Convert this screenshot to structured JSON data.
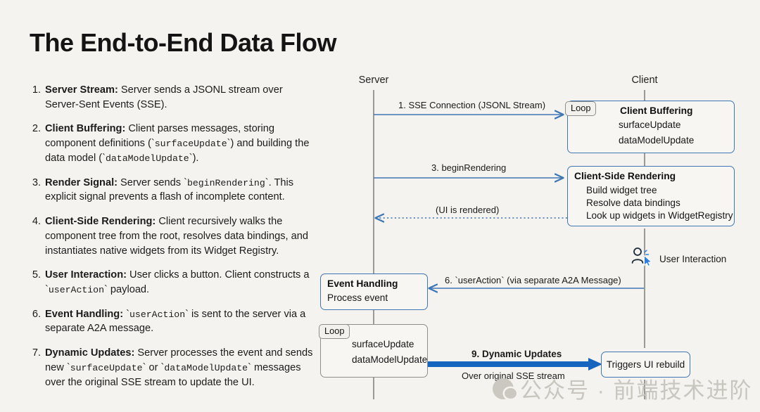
{
  "page": {
    "title": "The End-to-End Data Flow",
    "background_color": "#f4f3ef",
    "accent_blue": "#3f76b5",
    "thick_arrow_blue": "#1565c0",
    "db_icon_color": "#f0ad4e"
  },
  "steps": [
    {
      "num": "1.",
      "title": "Server Stream:",
      "text": " Server sends a JSONL stream over Server-Sent Events (SSE)."
    },
    {
      "num": "2.",
      "title": "Client Buffering:",
      "text_a": " Client parses messages, storing component definitions (`",
      "code_a": "surfaceUpdate",
      "text_b": "`) and building the data model (`",
      "code_b": "dataModelUpdate",
      "text_c": "`)."
    },
    {
      "num": "3.",
      "title": "Render Signal:",
      "text_a": " Server sends `",
      "code_a": "beginRendering",
      "text_b": "`. This explicit signal prevents a flash of incomplete content."
    },
    {
      "num": "4.",
      "title": "Client-Side Rendering:",
      "text": " Client recursively walks the component tree from the root, resolves data bindings, and instantiates native widgets from its Widget Registry."
    },
    {
      "num": "5.",
      "title": "User Interaction:",
      "text_a": " User clicks a button. Client constructs a `",
      "code_a": "userAction",
      "text_b": "` payload."
    },
    {
      "num": "6.",
      "title": "Event Handling:",
      "text_a": " `",
      "code_a": "userAction",
      "text_b": "` is sent to the server via a separate A2A message."
    },
    {
      "num": "7.",
      "title": "Dynamic Updates:",
      "text_a": " Server processes the event and sends new `",
      "code_a": "surfaceUpdate",
      "text_b": "` or `",
      "code_b": "dataModelUpdate",
      "text_c": "` messages over the original SSE stream to update the UI."
    }
  ],
  "diagram": {
    "actors": {
      "server": "Server",
      "client": "Client"
    },
    "messages": {
      "sse_connection": "1. SSE Connection (JSONL Stream)",
      "begin_rendering": "3. beginRendering",
      "ui_rendered": "(UI is rendered)",
      "user_action": "6. `userAction` (via separate A2A Message)",
      "dynamic_updates": "9. Dynamic Updates",
      "over_sse_stream": "Over original SSE stream"
    },
    "client_buffering": {
      "loop_label": "Loop",
      "title": "Client Buffering",
      "items": [
        {
          "icon": "swap-icon",
          "label": "surfaceUpdate"
        },
        {
          "icon": "database-icon",
          "label": "dataModelUpdate"
        }
      ]
    },
    "client_side_rendering": {
      "title": "Client-Side Rendering",
      "items": [
        {
          "icon": "hierarchy-icon",
          "label": "Build widget tree"
        },
        {
          "icon": "pin-icon",
          "label": "Resolve data bindings"
        },
        {
          "icon": "clipboard-icon",
          "label": "Look up widgets in WidgetRegistry"
        }
      ]
    },
    "user_interaction": {
      "icon": "user-cursor-icon",
      "label": "User Interaction"
    },
    "event_handling": {
      "title": "Event Handling",
      "subtitle": "Process event"
    },
    "server_loop": {
      "loop_label": "Loop",
      "items": [
        {
          "icon": "none",
          "label": "surfaceUpdate"
        },
        {
          "icon": "database-icon",
          "label": "dataModelUpdate"
        }
      ]
    },
    "triggers_box": {
      "label": "Triggers UI rebuild"
    }
  },
  "watermark": {
    "text": "公众号 · 前端技术进阶"
  }
}
